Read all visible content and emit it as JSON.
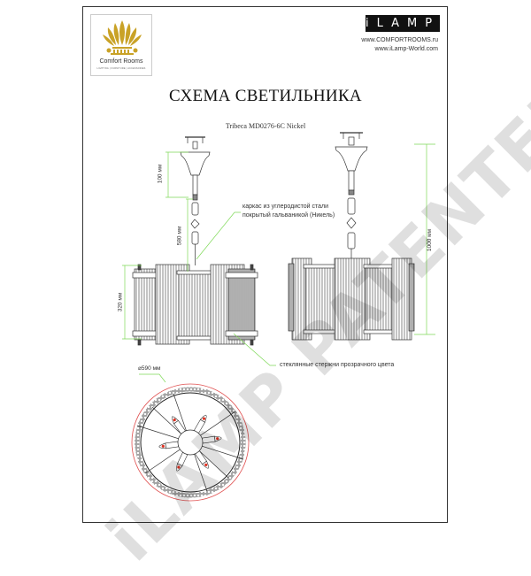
{
  "brand": {
    "left_logo": {
      "icon": "crown-feather-icon",
      "name": "Comfort Rooms",
      "tagline": "LIGHTING | FURNITURE | ACCESSORIES",
      "color": "#c9a227"
    },
    "right_logo": {
      "text": "iLAMP",
      "bg_color": "#111111"
    },
    "urls": [
      "www.COMFORTROOMS.ru",
      "www.iLamp-World.com"
    ]
  },
  "header": {
    "title": "СХЕМА СВЕТИЛЬНИКА",
    "model": "Tribeca MD0276-6C Nickel"
  },
  "dimensions": {
    "canopy_height": "100 мм",
    "chain_length": "580 мм",
    "shade_height": "320 мм",
    "total_height": "1000 мм",
    "diameter": "⌀590 мм"
  },
  "annotations": {
    "frame_line1": "каркас из углеродистой стали",
    "frame_line2": "покрытый гальваникой (Никель)",
    "rods": "стеклянные стержни прозрачного цвета"
  },
  "watermark": "iLAMP PATENTED",
  "colors": {
    "dimension_line": "#7ed957",
    "outline_circle": "#e05050",
    "bulb_accent": "#e03020",
    "line": "#333333"
  },
  "top_view": {
    "bulb_count": 6,
    "spoke_count": 4
  }
}
